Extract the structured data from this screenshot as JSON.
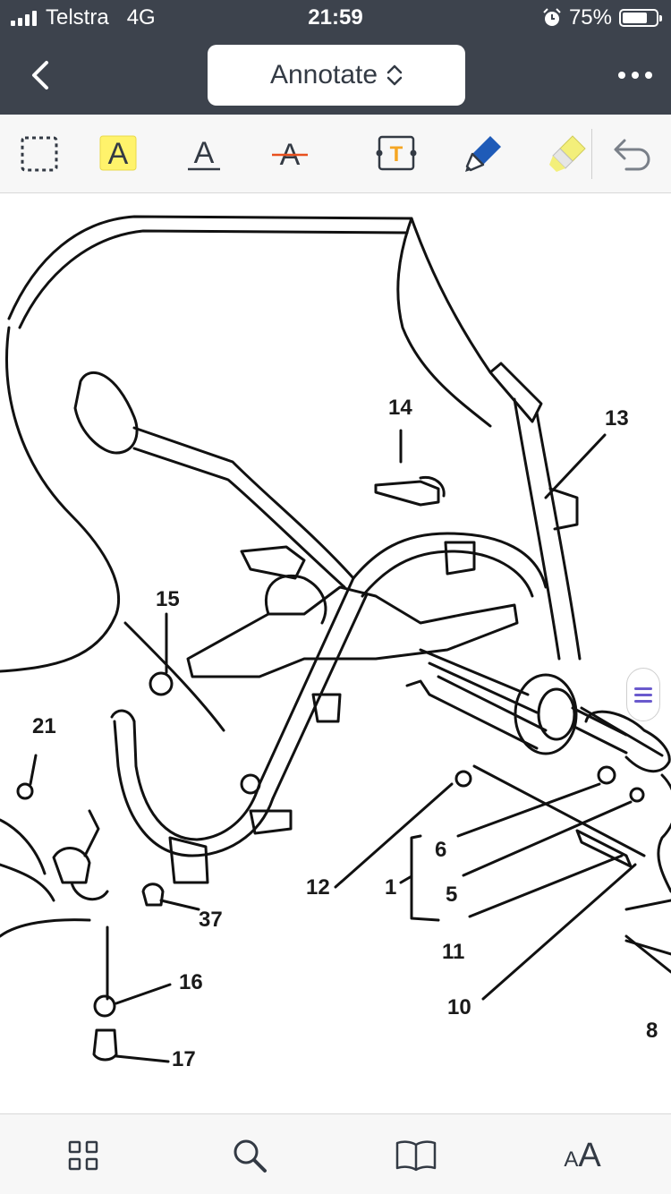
{
  "status": {
    "carrier": "Telstra",
    "network": "4G",
    "time": "21:59",
    "battery": "75%",
    "battery_level": 0.75,
    "alarm_icon": "alarm-clock-icon"
  },
  "nav": {
    "back_icon": "chevron-left-icon",
    "title": "Annotate",
    "title_icon": "chevron-up-down-icon",
    "more_icon": "ellipsis-icon"
  },
  "toolbar": {
    "tools": [
      {
        "name": "selection-tool",
        "icon": "dashed-rectangle-icon"
      },
      {
        "name": "highlight-text-tool",
        "icon": "highlight-a-icon",
        "label": "A",
        "color": "#fff36b"
      },
      {
        "name": "underline-text-tool",
        "icon": "underline-a-icon",
        "label": "A"
      },
      {
        "name": "strikeout-text-tool",
        "icon": "strikeout-a-icon",
        "label": "A",
        "color": "#e8501f"
      },
      {
        "name": "text-box-tool",
        "icon": "text-box-icon",
        "label": "T",
        "color": "#f5a623"
      },
      {
        "name": "pen-tool",
        "icon": "pen-icon",
        "color": "#1f5bb8"
      },
      {
        "name": "highlighter-tool",
        "icon": "highlighter-icon",
        "color": "#f3ef7a"
      },
      {
        "name": "undo-button",
        "icon": "undo-icon"
      }
    ]
  },
  "diagram": {
    "callouts": [
      "14",
      "13",
      "15",
      "21",
      "12",
      "6",
      "1",
      "5",
      "11",
      "10",
      "37",
      "16",
      "17",
      "8"
    ]
  },
  "bottom": {
    "items": [
      {
        "name": "thumbnails-button",
        "icon": "grid-icon"
      },
      {
        "name": "search-button",
        "icon": "search-icon"
      },
      {
        "name": "outline-button",
        "icon": "book-icon"
      },
      {
        "name": "text-size-button",
        "icon": "text-size-icon",
        "label_small": "A",
        "label_large": "A"
      }
    ]
  }
}
